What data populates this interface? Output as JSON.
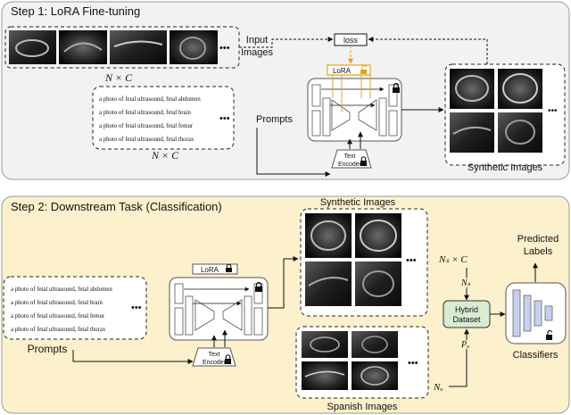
{
  "step1": {
    "title": "Step 1: LoRA Fine-tuning",
    "input_images_label_line1": "Input",
    "input_images_label_line2": "Images",
    "count_label": "N × C",
    "prompts_count_label": "N × C",
    "prompts_label": "Prompts",
    "loss_label": "loss",
    "lora_label": "LoRA",
    "text_encoder_line1": "Text",
    "text_encoder_line2": "Encoder",
    "synthetic_label": "Synthetic Images",
    "prompts": [
      "a photo of fetal ultrasound, fetal abdomen",
      "a photo of fetal ultrasound, fetal brain",
      "a photo of fetal ultrasound, fetal femur",
      "a photo of fetal ultrasound, fetal thorax"
    ],
    "ellipsis": "•••"
  },
  "step2": {
    "title": "Step 2: Downstream Task (Classification)",
    "prompts_label": "Prompts",
    "lora_label": "LoRA",
    "text_encoder_line1": "Text",
    "text_encoder_line2": "Encoder",
    "synthetic_label": "Synthetic Images",
    "spanish_label": "Spanish Images",
    "ns_label": "Nₛ × C",
    "ns_arrow_label": "Nₛ",
    "po_label": "Pₒ",
    "no_label": "Nₒ",
    "hybrid_line1": "Hybrid",
    "hybrid_line2": "Dataset",
    "predicted_line1": "Predicted",
    "predicted_line2": "Labels",
    "classifiers_label": "Classifiers",
    "prompts": [
      "a photo of fetal ultrasound, fetal abdomen",
      "a photo of fetal ultrasound, fetal brain",
      "a photo of fetal ultrasound, fetal femur",
      "a photo of fetal ultrasound, fetal thorax"
    ],
    "ellipsis": "•••"
  },
  "colors": {
    "step1_bg": "#f2f2f2",
    "step2_bg": "#fdf0cc",
    "lora_orange": "#e8a020",
    "hybrid_green": "#d9ecd2",
    "classifier_blue": "#c5cff0"
  }
}
